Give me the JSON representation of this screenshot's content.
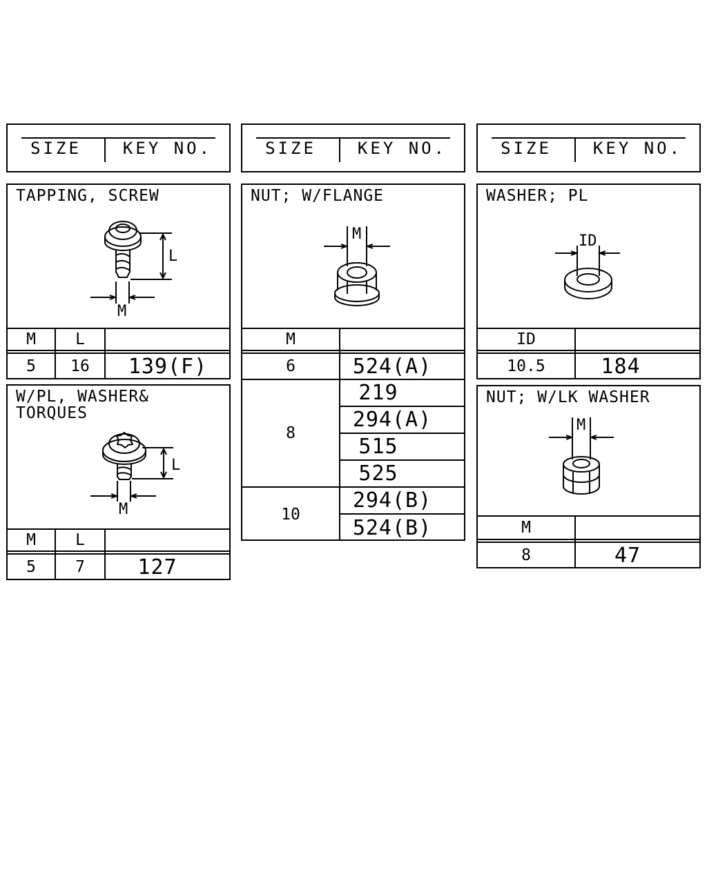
{
  "header": {
    "size_label": "SIZE",
    "key_label": "KEY NO."
  },
  "tapping_screw": {
    "title": "TAPPING, SCREW",
    "dim_m": "M",
    "dim_l": "L",
    "col_m": "M",
    "col_l": "L",
    "rows": [
      {
        "m": "5",
        "l": "16",
        "key": "139(F)"
      }
    ]
  },
  "torques_screw": {
    "title": "W/PL, WASHER&\nTORQUES",
    "dim_m": "M",
    "dim_l": "L",
    "col_m": "M",
    "col_l": "L",
    "rows": [
      {
        "m": "5",
        "l": "7",
        "key": "127"
      }
    ]
  },
  "nut_flange": {
    "title": "NUT; W/FLANGE",
    "dim_m": "M",
    "col_m": "M",
    "groups": [
      {
        "m": "6",
        "keys": [
          "524(A)"
        ]
      },
      {
        "m": "8",
        "keys": [
          "219",
          "294(A)",
          "515",
          "525"
        ]
      },
      {
        "m": "10",
        "keys": [
          "294(B)",
          "524(B)"
        ]
      }
    ]
  },
  "washer_pl": {
    "title": "WASHER; PL",
    "dim_id": "ID",
    "col_id": "ID",
    "rows": [
      {
        "id": "10.5",
        "key": "184"
      }
    ]
  },
  "nut_lk_washer": {
    "title": "NUT; W/LK WASHER",
    "dim_m": "M",
    "col_m": "M",
    "rows": [
      {
        "m": "8",
        "key": "47"
      }
    ]
  }
}
